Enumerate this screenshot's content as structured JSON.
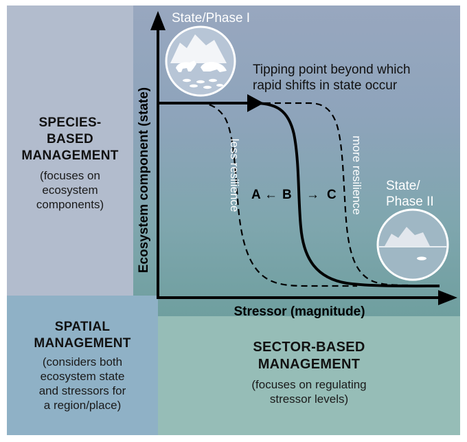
{
  "species": {
    "title": "SPECIES-\nBASED\nMANAGEMENT",
    "subtitle": "(focuses on\necosystem\ncomponents)"
  },
  "spatial": {
    "title": "SPATIAL\nMANAGEMENT",
    "subtitle": "(considers both\necosystem state\nand stressors for\na region/place)"
  },
  "sector": {
    "title": "SECTOR-BASED\nMANAGEMENT",
    "subtitle": "(focuses on regulating\nstressor levels)"
  },
  "diagram": {
    "y_axis_label": "Ecosystem component (state)",
    "x_axis_label": "Stressor (magnitude)",
    "state1_label": "State/Phase I",
    "state2_label": "State/\nPhase II",
    "tipping_label": "Tipping point beyond which\nrapid shifts in state occur",
    "less_resilience": "less resilience",
    "more_resilience": "more resilience",
    "label_a": "A",
    "label_b": "B",
    "label_c": "C",
    "arrow_left": "←",
    "arrow_right": "→"
  },
  "colors": {
    "species": "#b2bccd",
    "spatial": "#8fb1c6",
    "sector": "#96bdb7",
    "plot_top": "#98a7bf",
    "plot_bottom": "#6f9f9f"
  }
}
